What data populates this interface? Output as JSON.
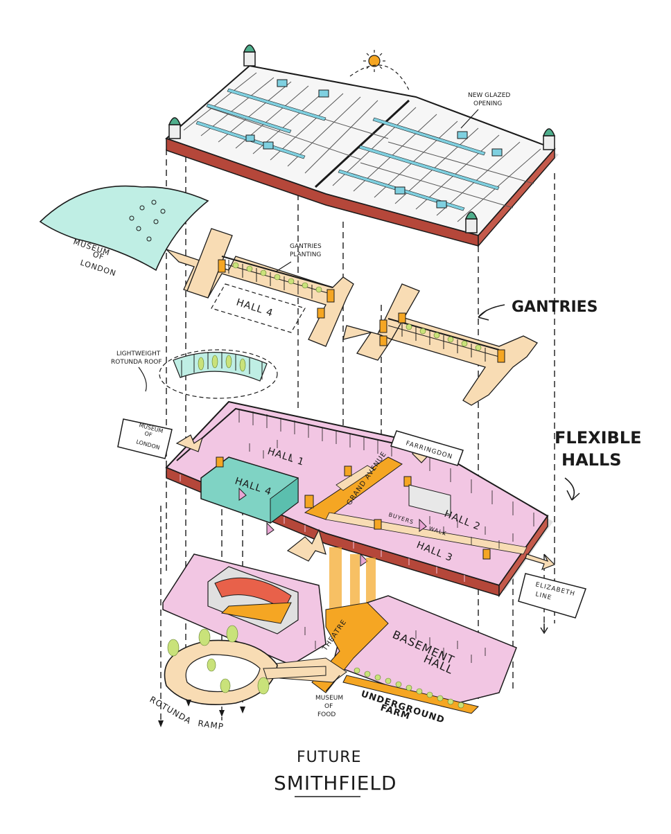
{
  "labels": {
    "new_glazed_line1": "NEW GLAZED",
    "new_glazed_line2": "OPENING",
    "museum_london_top_1": "MUSEUM",
    "museum_london_top_2": "OF",
    "museum_london_top_3": "LONDON",
    "gantries_planting_1": "GANTRIES",
    "gantries_planting_2": "PLANTING",
    "hall4_upper": "HALL 4",
    "gantries": "GANTRIES",
    "rotunda_roof_1": "LIGHTWEIGHT",
    "rotunda_roof_2": "ROTUNDA ROOF",
    "museum_london_mid_1": "MUSEUM",
    "museum_london_mid_2": "OF",
    "museum_london_mid_3": "LONDON",
    "farringdon": "FARRINGDON",
    "flexible": "FLEXIBLE",
    "halls": "HALLS",
    "hall1": "HALL 1",
    "hall4": "HALL 4",
    "grand_avenue": "GRAND AVENUE",
    "hall2": "HALL 2",
    "buyers_walk_1": "BUYERS",
    "buyers_walk_2": "WALK",
    "hall3": "HALL 3",
    "elizabeth_1": "ELIZABETH",
    "elizabeth_2": "LINE",
    "theatre": "THEATRE",
    "basement_1": "BASEMENT",
    "basement_2": "HALL",
    "museum_food_1": "MUSEUM",
    "museum_food_2": "OF",
    "museum_food_3": "FOOD",
    "underground_1": "UNDERGROUND",
    "underground_2": "FARM",
    "rotunda": "ROTUNDA",
    "ramp": "RAMP",
    "title_1": "FUTURE",
    "title_2": "SMITHFIELD"
  },
  "colors": {
    "ink": "#1a1a1a",
    "pink": "#f2c6e3",
    "pink_deep": "#e9a6d4",
    "orange": "#f5a623",
    "peach": "#f8dcb4",
    "teal": "#7fd3c4",
    "teal_light": "#bfeee4",
    "cyan": "#7fd0e0",
    "brick": "#b5473a",
    "grey": "#cfcfcf",
    "green": "#c9e27a"
  }
}
